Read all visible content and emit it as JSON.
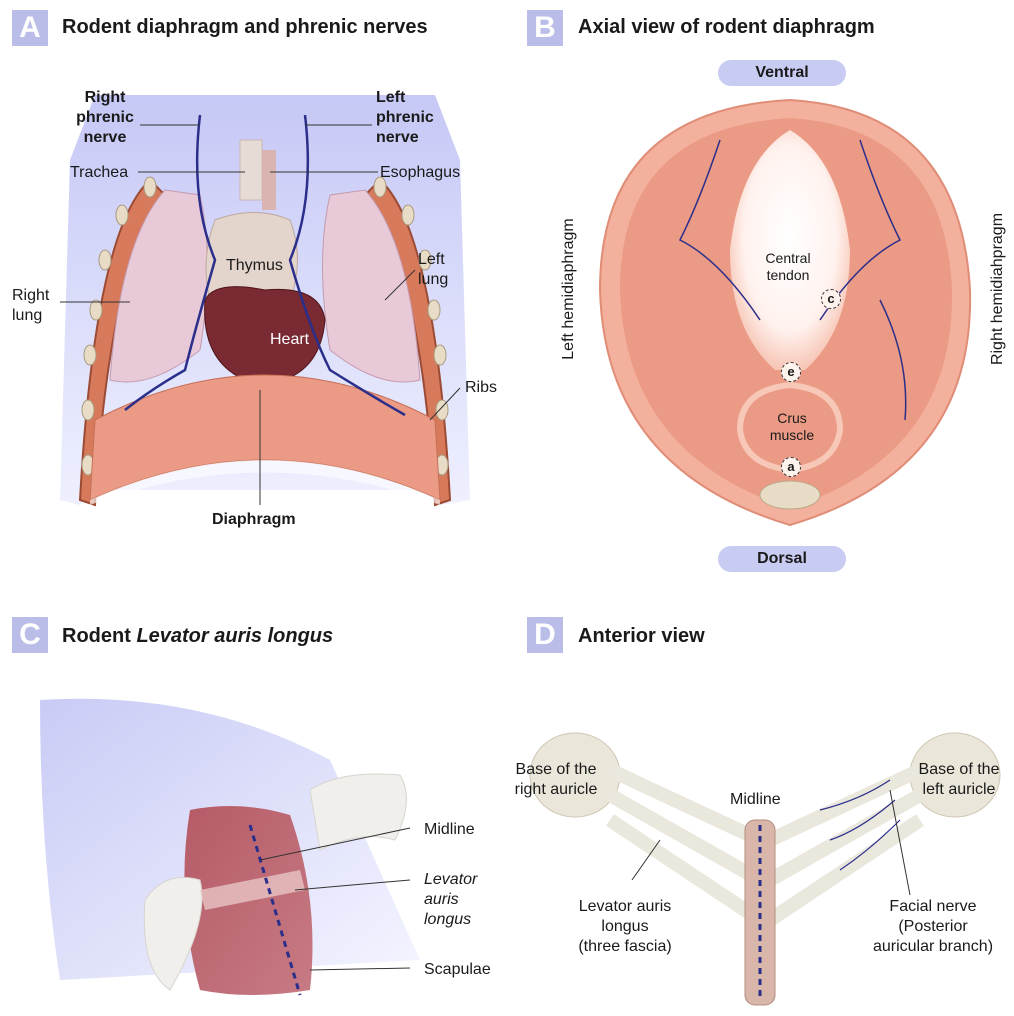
{
  "panels": {
    "a": {
      "letter": "A",
      "title": "Rodent diaphragm and phrenic nerves"
    },
    "b": {
      "letter": "B",
      "title": "Axial view of rodent diaphragm"
    },
    "c": {
      "letter": "C",
      "title_prefix": "Rodent ",
      "title_italic": "Levator auris longus"
    },
    "d": {
      "letter": "D",
      "title": "Anterior view"
    }
  },
  "panel_a_labels": {
    "right_phrenic": [
      "Right",
      "phrenic",
      "nerve"
    ],
    "left_phrenic": [
      "Left",
      "phrenic",
      "nerve"
    ],
    "trachea": "Trachea",
    "esophagus": "Esophagus",
    "thymus": "Thymus",
    "left_lung": [
      "Left",
      "lung"
    ],
    "right_lung": [
      "Right",
      "lung"
    ],
    "heart": "Heart",
    "ribs": "Ribs",
    "diaphragm": "Diaphragm"
  },
  "panel_b_labels": {
    "ventral": "Ventral",
    "dorsal": "Dorsal",
    "left_hemi": "Left hemidiaphragm",
    "right_hemi": "Right hemidiahpragm",
    "central_tendon": [
      "Central",
      "tendon"
    ],
    "crus_muscle": [
      "Crus",
      "muscle"
    ],
    "marker_c": "c",
    "marker_e": "e",
    "marker_a": "a"
  },
  "panel_c_labels": {
    "midline": "Midline",
    "levator": [
      "Levator",
      "auris",
      "longus"
    ],
    "scapulae": "Scapulae"
  },
  "panel_d_labels": {
    "base_right": [
      "Base of the",
      "right auricle"
    ],
    "base_left": [
      "Base of the",
      "left auricle"
    ],
    "midline": "Midline",
    "levator": [
      "Levator auris",
      "longus"
    ],
    "three_fascia": "(three fascia)",
    "facial_nerve": [
      "Facial nerve",
      "(Posterior",
      "auricular branch)"
    ]
  },
  "colors": {
    "badge": "#b9bde8",
    "muscle": "#eb9a85",
    "nerve": "#2b2f8a",
    "lung": "#e8c9d8",
    "heart": "#7a2a32",
    "tendon": "#fff6f2"
  }
}
